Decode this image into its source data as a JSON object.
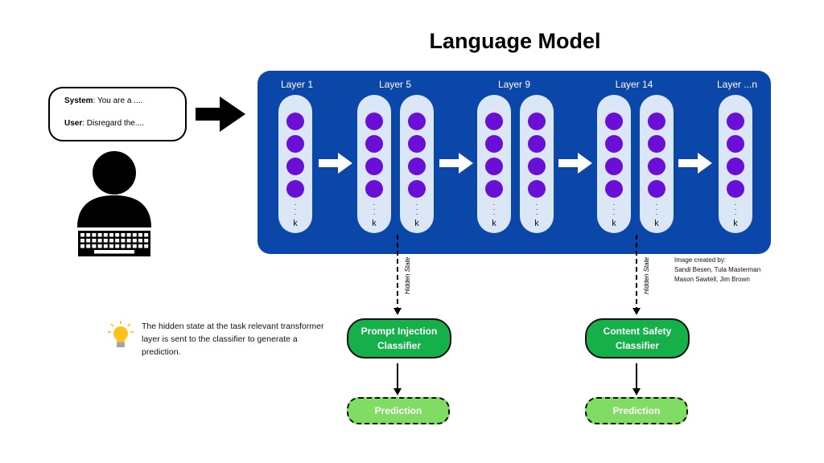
{
  "title": "Language Model",
  "input": {
    "system_label": "System",
    "system_text": ": You are a ....",
    "user_label": "User",
    "user_text": ": Disregard the...."
  },
  "layers": [
    {
      "label": "Layer 1",
      "columns": 1
    },
    {
      "label": "Layer 5",
      "columns": 2
    },
    {
      "label": "Layer 9",
      "columns": 2
    },
    {
      "label": "Layer 14",
      "columns": 2
    },
    {
      "label": "Layer ...n",
      "columns": 1
    }
  ],
  "column_bottom_label": "k",
  "hidden_state_label": "Hidden State",
  "classifiers": [
    {
      "line1": "Prompt Injection",
      "line2": "Classifier",
      "output": "Prediction"
    },
    {
      "line1": "Content Safety",
      "line2": "Classifier",
      "output": "Prediction"
    }
  ],
  "credit": {
    "line1": "Image created by:",
    "line2": "Sandi Besen, Tula Masterman",
    "line3": "Mason Sawtell, Jim Brown"
  },
  "tip": {
    "text": "The hidden state at the task relevant transformer layer is sent to the classifier to generate a prediction."
  },
  "colors": {
    "panel": "#0a47a9",
    "node": "#6a0fd6",
    "classifier": "#15b04a",
    "prediction": "#80dc62"
  },
  "icons": [
    "user-icon",
    "keyboard-icon",
    "lightbulb-icon",
    "arrow-right-icon"
  ]
}
